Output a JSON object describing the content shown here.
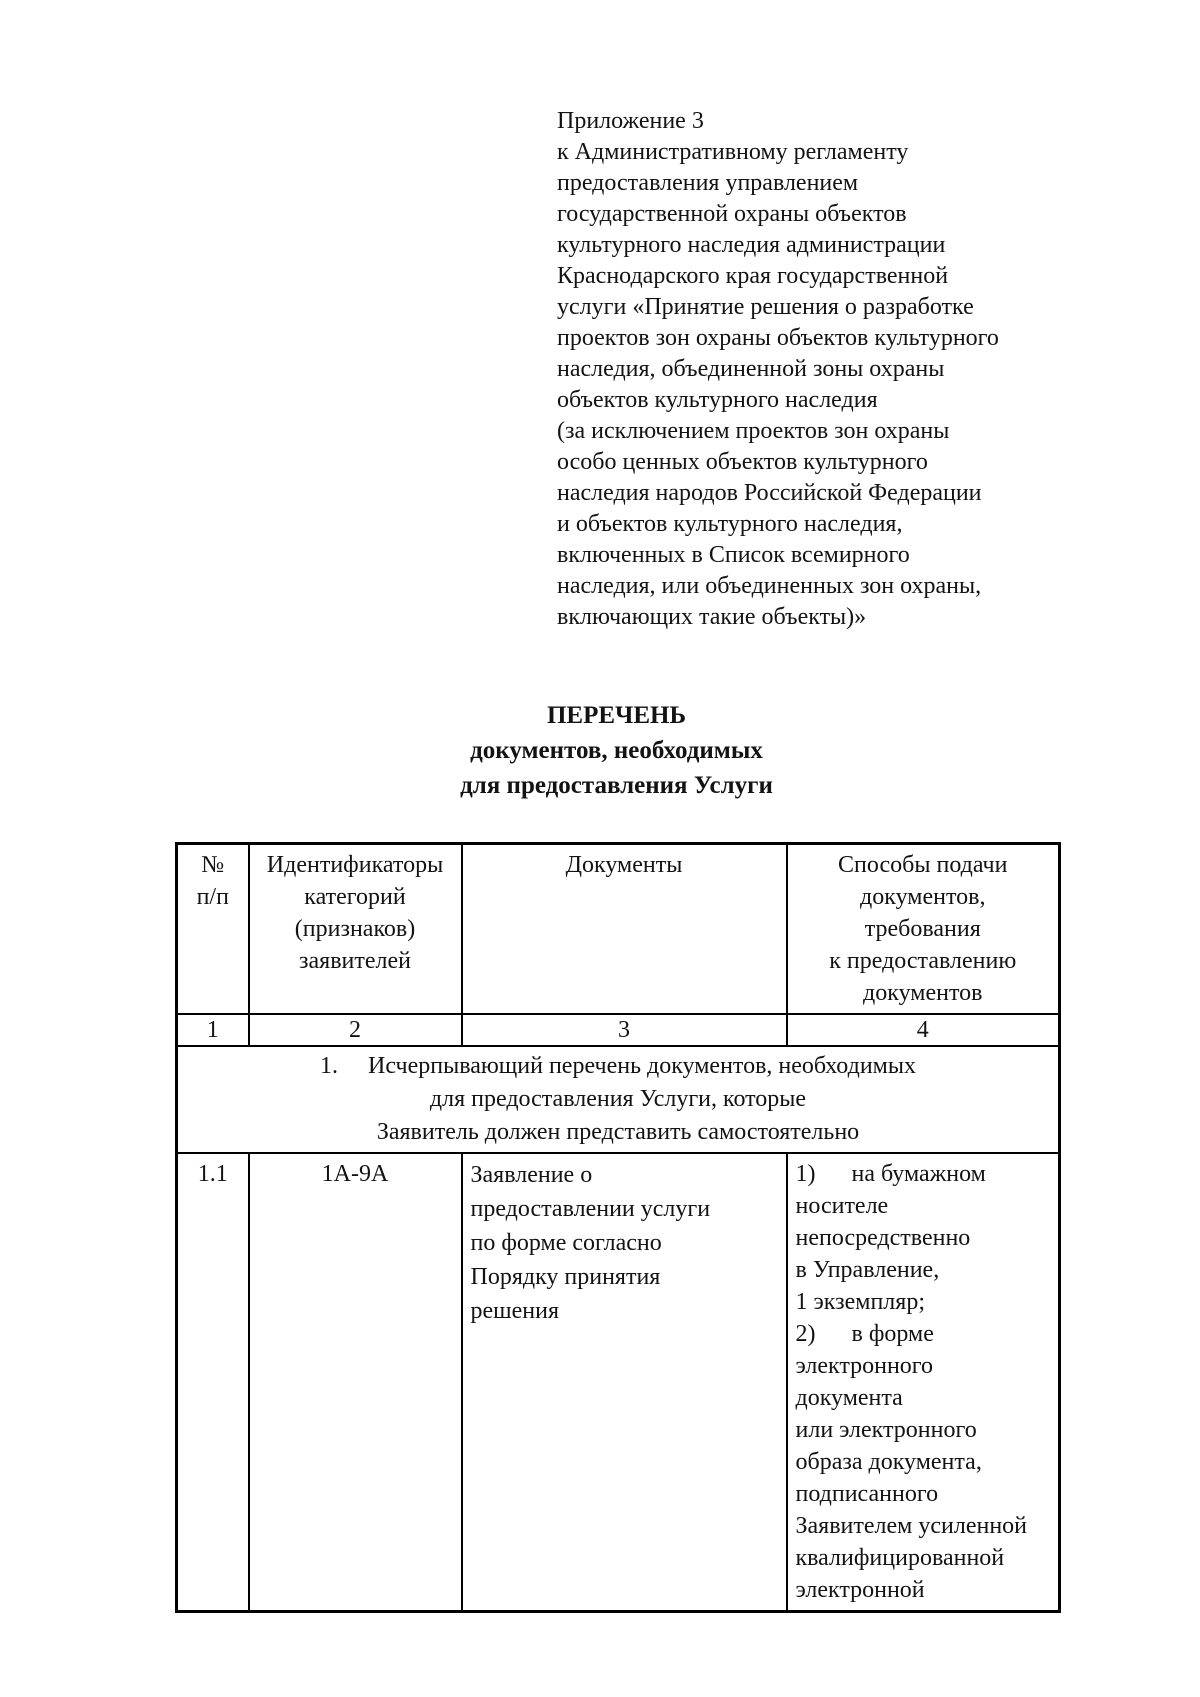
{
  "appendix": {
    "lines": [
      "Приложение 3",
      "к Административному регламенту",
      "предоставления управлением",
      "государственной охраны объектов",
      "культурного наследия администрации",
      "Краснодарского края государственной",
      "услуги «Принятие решения о разработке",
      "проектов зон охраны объектов культурного",
      "наследия, объединенной зоны охраны",
      "объектов культурного наследия",
      "(за исключением проектов зон охраны",
      "особо ценных объектов культурного",
      "наследия народов Российской Федерации",
      "и объектов культурного наследия,",
      "включенных в Список всемирного",
      "наследия, или объединенных зон охраны,",
      "включающих такие объекты)»"
    ]
  },
  "title": {
    "lines": [
      "ПЕРЕЧЕНЬ",
      "документов, необходимых",
      "для предоставления Услуги"
    ]
  },
  "table": {
    "headers": [
      {
        "lines": [
          "№",
          "п/п"
        ]
      },
      {
        "lines": [
          "Идентификаторы",
          "категорий",
          "(признаков)",
          "заявителей"
        ]
      },
      {
        "lines": [
          "Документы"
        ]
      },
      {
        "lines": [
          "Способы подачи",
          "документов,",
          "требования",
          "к предоставлению",
          "документов"
        ]
      }
    ],
    "column_numbers": [
      "1",
      "2",
      "3",
      "4"
    ],
    "section": {
      "lines": [
        "1.     Исчерпывающий перечень документов, необходимых",
        "для предоставления Услуги, которые",
        "Заявитель должен представить самостоятельно"
      ]
    },
    "rows": [
      {
        "num": "1.1",
        "identifiers": "1А-9А",
        "documents": [
          "Заявление о",
          "предоставлении услуги",
          "по форме согласно",
          "Порядку принятия",
          "решения"
        ],
        "submission": [
          "1)      на бумажном",
          "носителе",
          "непосредственно",
          "в Управление,",
          "1 экземпляр;",
          "2)      в форме",
          "электронного",
          "документа",
          "или электронного",
          "образа документа,",
          "подписанного",
          "Заявителем усиленной",
          "квалифицированной",
          "электронной"
        ]
      }
    ]
  }
}
